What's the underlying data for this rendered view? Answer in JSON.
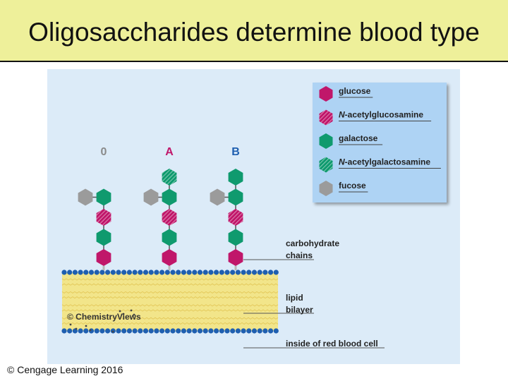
{
  "title": "Oligosaccharides determine blood type",
  "copyright": "© Cengage Learning 2016",
  "watermark": "© ChemistryViews",
  "colors": {
    "glucose": "#c0176a",
    "n_acetylglucosamine": "#c0176a",
    "galactose": "#0f9a6e",
    "n_acetylgalactosamine": "#0f9a6e",
    "fucose": "#9b9b9b",
    "membrane_head": "#1f5fb0",
    "membrane_tail": "#f2e58a",
    "panel": "#dcebf8",
    "legend": "#aed3f4",
    "title_bar": "#eef09a"
  },
  "legend": {
    "items": [
      {
        "label_prefix": "",
        "label_rest": "glucose",
        "sugar": "glucose"
      },
      {
        "label_prefix": "N",
        "label_rest": "-acetylglucosamine",
        "sugar": "n_acetylglucosamine"
      },
      {
        "label_prefix": "",
        "label_rest": "galactose",
        "sugar": "galactose"
      },
      {
        "label_prefix": "N",
        "label_rest": "-acetylgalactosamine",
        "sugar": "n_acetylgalactosamine"
      },
      {
        "label_prefix": "",
        "label_rest": "fucose",
        "sugar": "fucose"
      }
    ]
  },
  "blood_types": [
    {
      "label": "0",
      "chain": [
        "glucose",
        "galactose",
        "n_acetylglucosamine",
        "galactose"
      ],
      "branch": "fucose"
    },
    {
      "label": "A",
      "chain": [
        "glucose",
        "galactose",
        "n_acetylglucosamine",
        "galactose",
        "n_acetylgalactosamine"
      ],
      "branch": "fucose"
    },
    {
      "label": "B",
      "chain": [
        "glucose",
        "galactose",
        "n_acetylglucosamine",
        "galactose",
        "galactose"
      ],
      "branch": "fucose"
    }
  ],
  "labels": {
    "carbohydrate_line1": "carbohydrate",
    "carbohydrate_line2": "chains",
    "lipid_line1": "lipid",
    "lipid_line2": "bilayer",
    "inside": "inside of red blood cell"
  }
}
